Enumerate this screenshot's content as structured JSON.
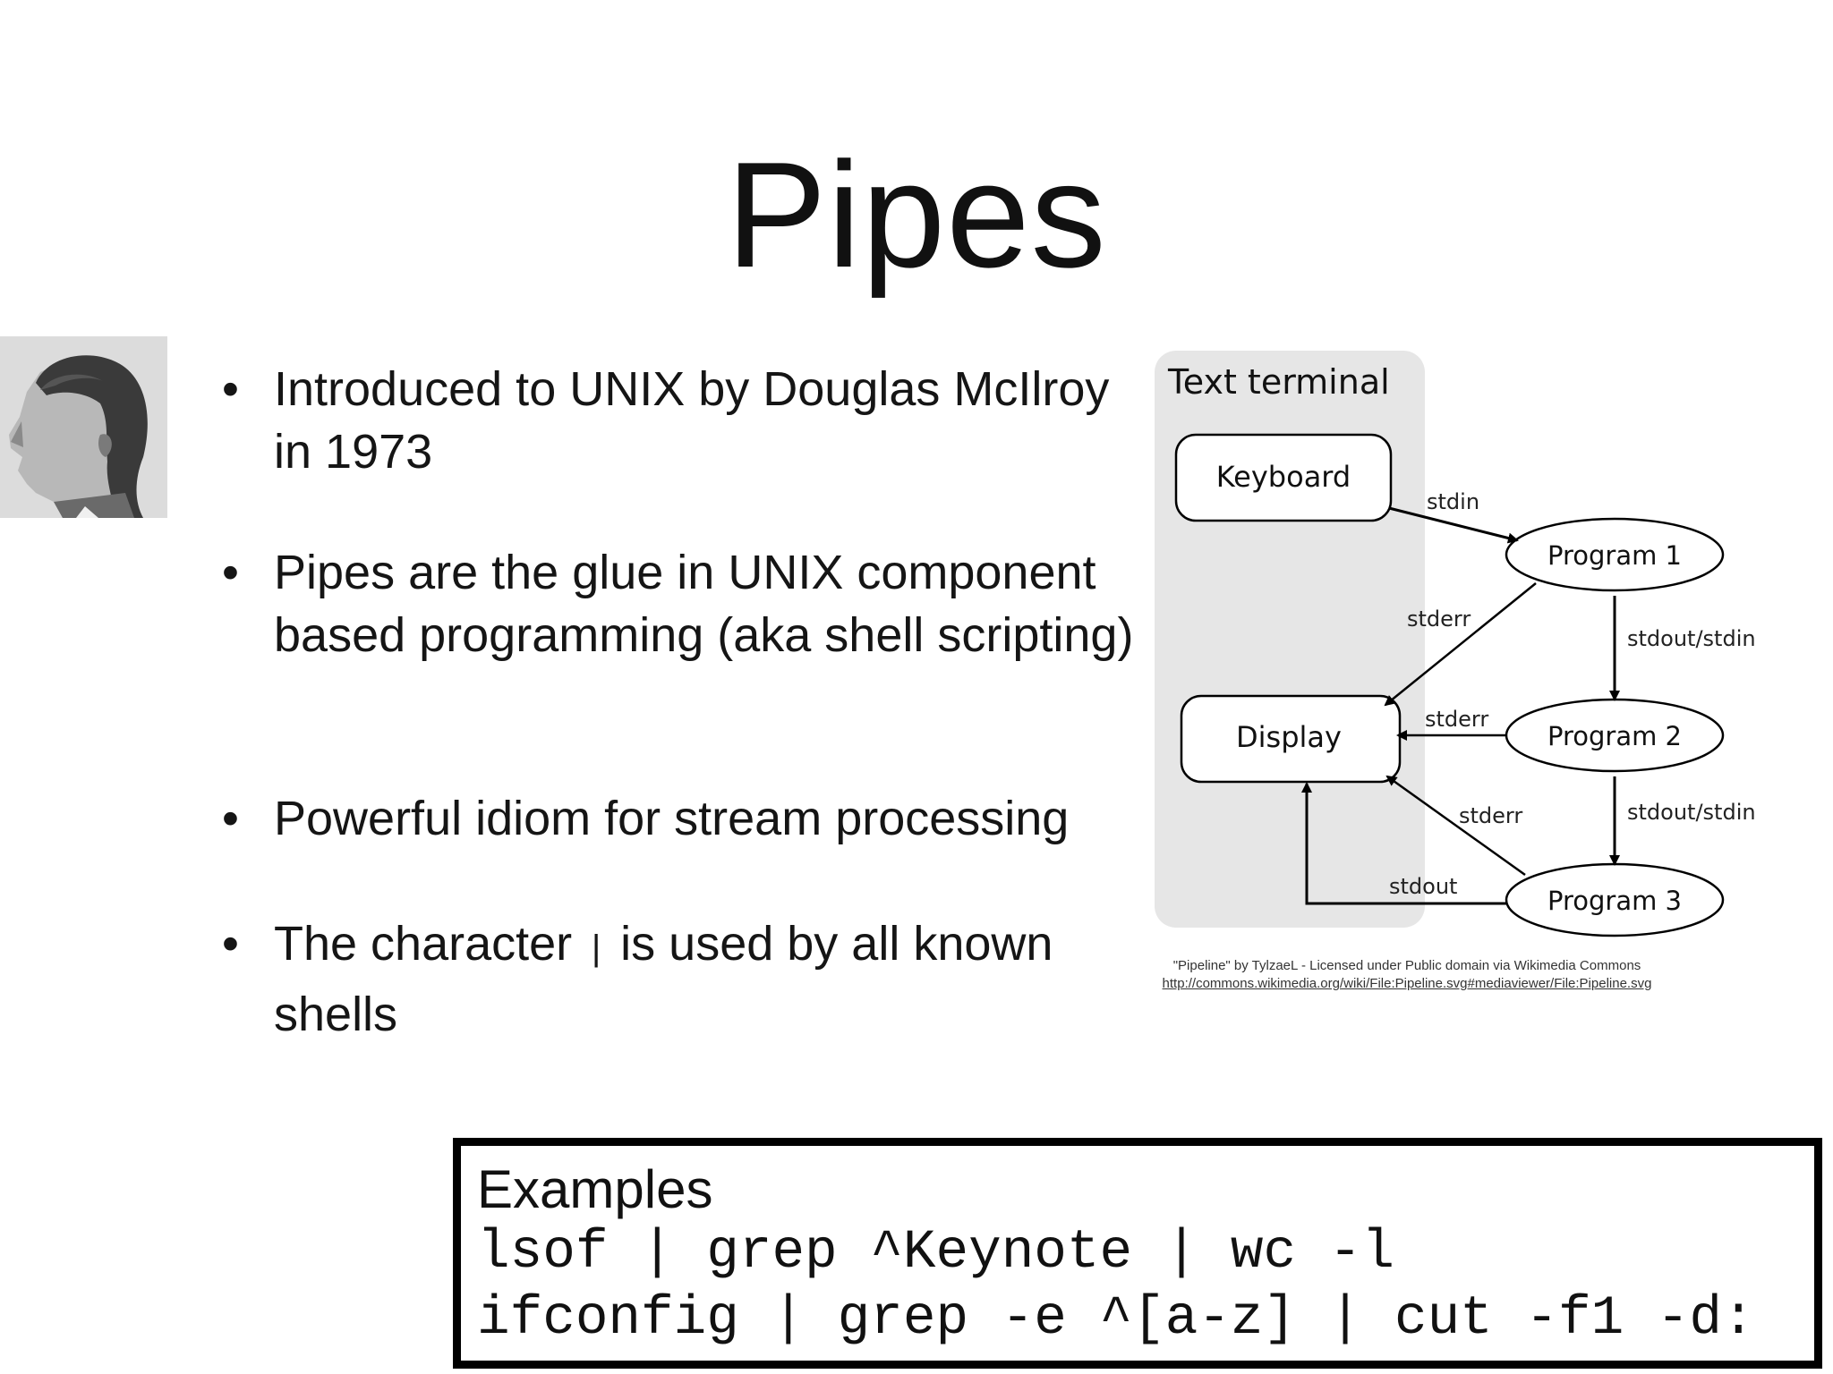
{
  "slide": {
    "title": "Pipes",
    "bullet_glyph": "•",
    "bullets": [
      "Introduced to UNIX by Douglas McIlroy in 1973",
      "Pipes are the glue in UNIX component based programming (aka shell scripting)",
      "Powerful idiom for stream processing"
    ],
    "bullet4": {
      "before": "The character ",
      "char": "|",
      "after": " is used by all known shells"
    }
  },
  "diagram": {
    "terminal_label": "Text terminal",
    "keyboard": "Keyboard",
    "display": "Display",
    "program1": "Program 1",
    "program2": "Program 2",
    "program3": "Program 3",
    "stdin": "stdin",
    "stderr1": "stderr",
    "stderr2": "stderr",
    "stderr3": "stderr",
    "stdout_stdin1": "stdout/stdin",
    "stdout_stdin2": "stdout/stdin",
    "stdout": "stdout",
    "credit_line1": "\"Pipeline\" by TylzaeL - Licensed under Public domain via Wikimedia Commons",
    "credit_line2": "http://commons.wikimedia.org/wiki/File:Pipeline.svg#mediaviewer/File:Pipeline.svg"
  },
  "examples": {
    "heading": "Examples",
    "commands": [
      "lsof | grep ^Keynote | wc -l",
      "ifconfig | grep -e ^[a-z] | cut -f1 -d:"
    ]
  }
}
